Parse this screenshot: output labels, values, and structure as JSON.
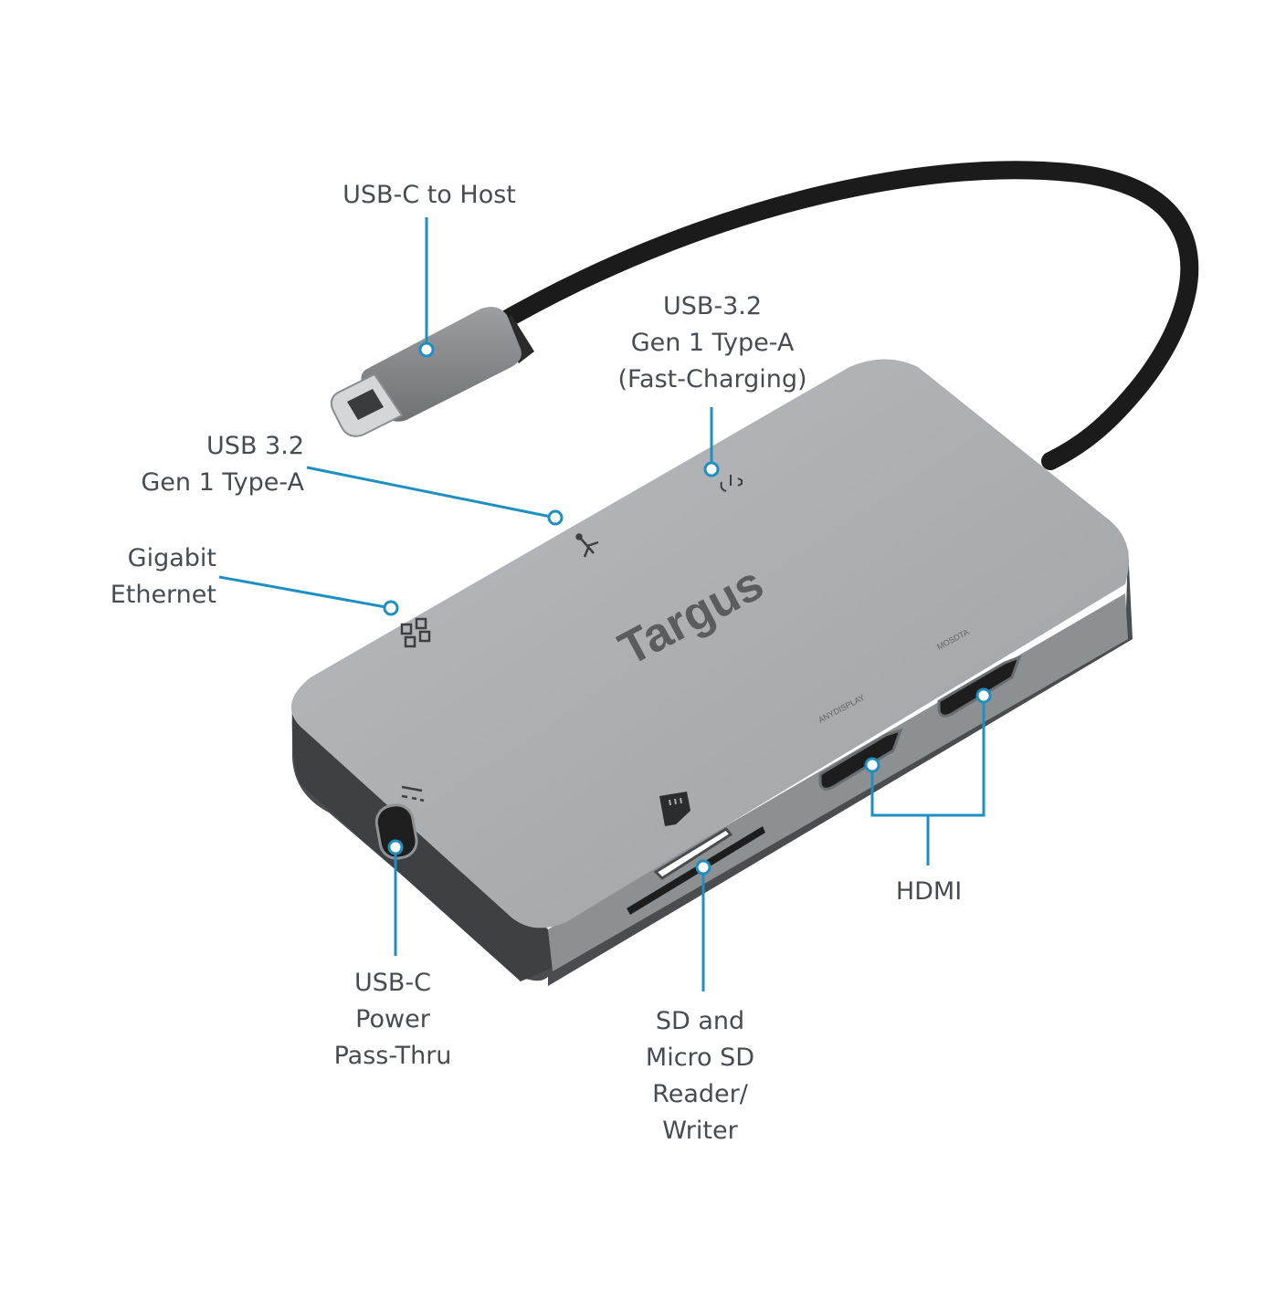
{
  "brand": {
    "logo_text": "Targus",
    "engraving_left": "ANYDISPLAY",
    "engraving_right": "MOSDTA"
  },
  "colors": {
    "leader": "#1e8fc0",
    "text": "#474c52",
    "body_top": "#a9abae",
    "body_edge": "#8d9093",
    "dark_side": "#4a4c4f",
    "cable": "#1b1b1b"
  },
  "callouts": {
    "usb_c_host": {
      "lines": [
        "USB-C to Host"
      ]
    },
    "usb32_fast": {
      "lines": [
        "USB-3.2",
        "Gen 1 Type-A",
        "(Fast-Charging)"
      ]
    },
    "usb32": {
      "lines": [
        "USB 3.2",
        "Gen 1 Type-A"
      ]
    },
    "ethernet": {
      "lines": [
        "Gigabit",
        "Ethernet"
      ]
    },
    "usb_c_power": {
      "lines": [
        "USB-C",
        "Power",
        "Pass-Thru"
      ]
    },
    "sd_reader": {
      "lines": [
        "SD and",
        "Micro SD",
        "Reader/",
        "Writer"
      ]
    },
    "hdmi": {
      "lines": [
        "HDMI"
      ]
    }
  },
  "icons": [
    "usb-icon",
    "ethernet-icon",
    "fast-charge-usb-icon",
    "dc-power-icon",
    "sd-card-icon"
  ]
}
